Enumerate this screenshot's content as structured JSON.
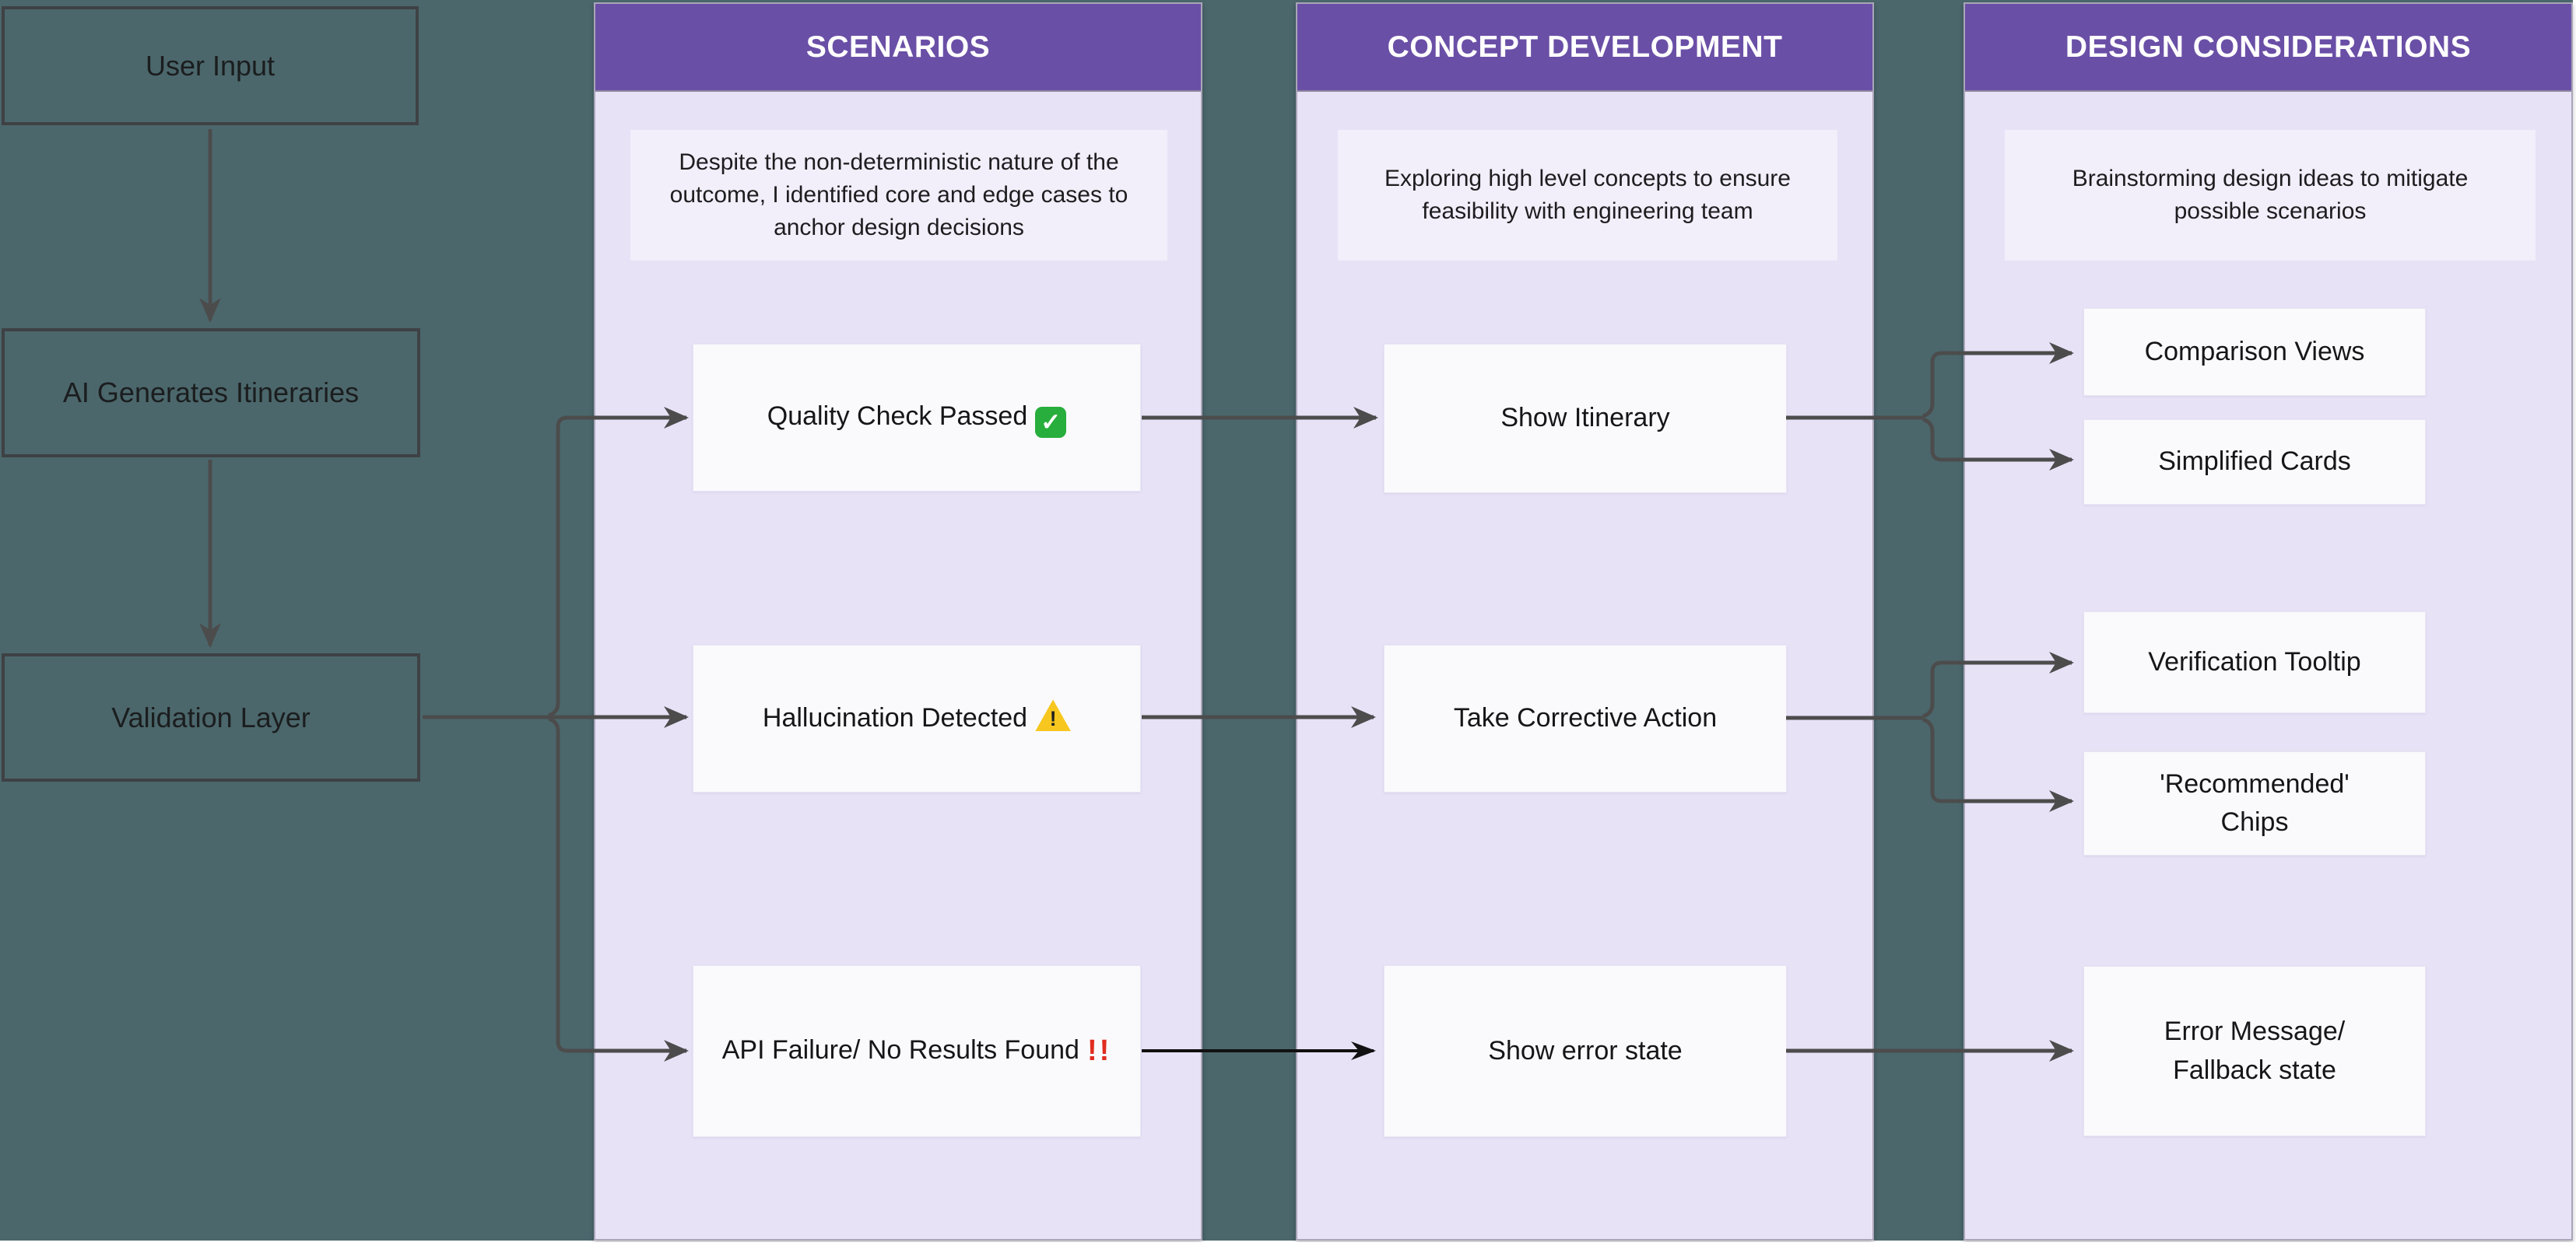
{
  "left_flow": {
    "nodes": [
      {
        "label": "User Input"
      },
      {
        "label": "AI Generates Itineraries"
      },
      {
        "label": "Validation Layer"
      }
    ]
  },
  "columns": [
    {
      "title": "SCENARIOS",
      "description": "Despite the non-deterministic nature of the outcome, I identified core and edge cases to anchor design decisions",
      "boxes": [
        {
          "label": "Quality Check Passed",
          "icon": "check-mark-button-emoji"
        },
        {
          "label": "Hallucination Detected",
          "icon": "warning-emoji"
        },
        {
          "label": "API Failure/ No Results Found",
          "icon": "double-exclamation-emoji"
        }
      ]
    },
    {
      "title": "CONCEPT DEVELOPMENT",
      "description": "Exploring high level concepts to ensure feasibility with engineering team",
      "boxes": [
        {
          "label": "Show Itinerary"
        },
        {
          "label": "Take Corrective Action"
        },
        {
          "label": "Show error state"
        }
      ]
    },
    {
      "title": "DESIGN CONSIDERATIONS",
      "description": "Brainstorming design ideas to mitigate possible scenarios",
      "boxes": [
        {
          "label": "Comparison Views"
        },
        {
          "label": "Simplified Cards"
        },
        {
          "label": "Verification Tooltip"
        },
        {
          "label": "'Recommended' Chips"
        },
        {
          "label": "Error Message/ Fallback state"
        }
      ]
    }
  ],
  "icons": {
    "check_glyph": "✓",
    "warning_glyph": "!",
    "double_exclamation_glyph": "!!"
  },
  "colors": {
    "background_teal": "#4b676c",
    "header_purple": "#6a4fa6",
    "column_lavender": "#e8e2f7",
    "description_bg": "#f2eefa",
    "box_white": "#fafafd",
    "arrow_gray": "#4c4c4c",
    "arrow_black": "#111111",
    "check_green": "#27ae3c",
    "warning_yellow": "#f7c71f",
    "exclamation_red": "#e02d1f"
  }
}
